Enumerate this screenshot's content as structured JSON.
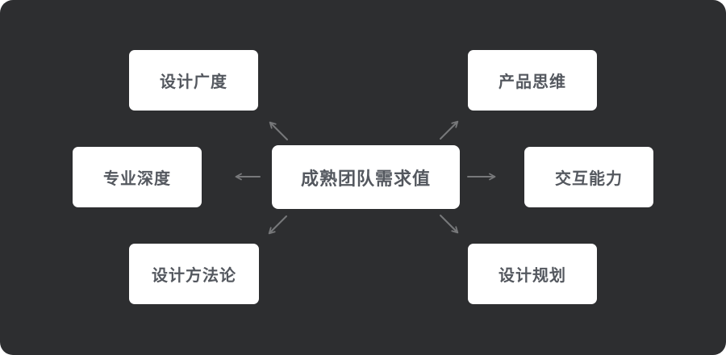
{
  "diagram": {
    "center": {
      "label": "成熟团队需求值"
    },
    "nodes": [
      {
        "id": "top-left",
        "label": "设计广度"
      },
      {
        "id": "top-right",
        "label": "产品思维"
      },
      {
        "id": "left",
        "label": "专业深度"
      },
      {
        "id": "right",
        "label": "交互能力"
      },
      {
        "id": "bottom-left",
        "label": "设计方法论"
      },
      {
        "id": "bottom-right",
        "label": "设计规划"
      }
    ],
    "colors": {
      "background": "#2d2e30",
      "node_background": "#ffffff",
      "text": "#54585f",
      "arrow": "#77787a",
      "page_background": "#ffffff"
    }
  }
}
